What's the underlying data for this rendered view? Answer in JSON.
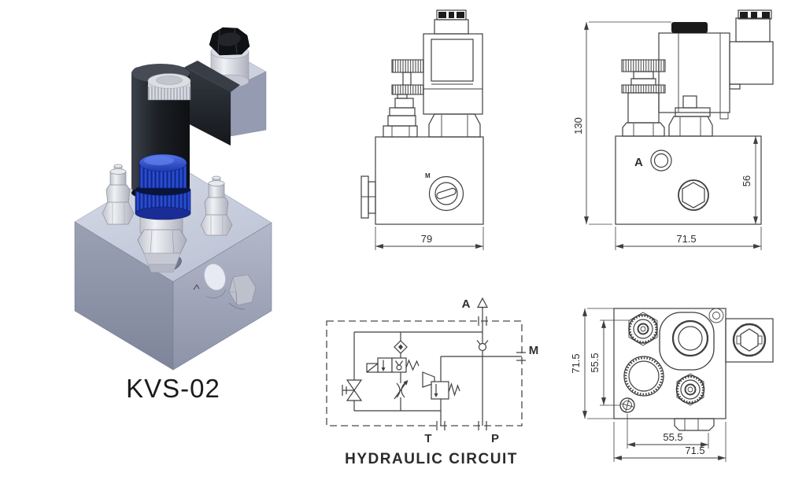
{
  "illustration": {
    "model_label": "KVS-02"
  },
  "front_view": {
    "width_dim": "79",
    "gauge_port_label": "M"
  },
  "side_view": {
    "height_dim": "130",
    "block_height_dim": "56",
    "width_dim": "71.5",
    "port_a_label": "A"
  },
  "top_view": {
    "outer_height_dim": "71.5",
    "inner_height_dim": "55.5",
    "inner_width_dim": "55.5",
    "outer_width_dim": "71.5"
  },
  "circuit": {
    "title": "HYDRAULIC CIRCUIT",
    "port_a": "A",
    "port_m": "M",
    "port_t": "T",
    "port_p": "P"
  },
  "colors": {
    "line": "#3f3f3f",
    "solenoid_black": "#17191d",
    "knob_blue": "#1f3fae",
    "block_top": "#ccd3e0",
    "block_left": "#9097ad",
    "block_right": "#a6abbf",
    "metal_light": "#d7d9e0",
    "background": "#ffffff"
  }
}
